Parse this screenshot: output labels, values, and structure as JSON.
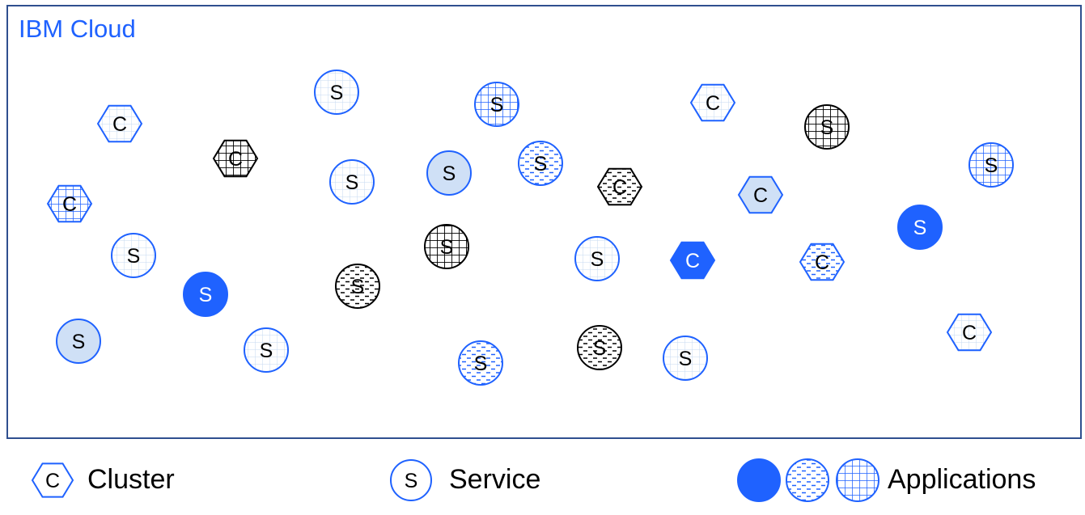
{
  "diagram": {
    "title": "IBM Cloud",
    "colors": {
      "frame": "#2f4f8f",
      "accent": "#1f62ff",
      "light_fill": "#cfe0f6",
      "grid_light": "#a8c4ec"
    },
    "nodes": [
      {
        "label": "C",
        "kind": "cluster",
        "style": "plain"
      },
      {
        "label": "C",
        "kind": "cluster",
        "style": "black-grid"
      },
      {
        "label": "C",
        "kind": "cluster",
        "style": "blue-grid"
      },
      {
        "label": "C",
        "kind": "cluster",
        "style": "plain"
      },
      {
        "label": "C",
        "kind": "cluster",
        "style": "black-dash"
      },
      {
        "label": "C",
        "kind": "cluster",
        "style": "light"
      },
      {
        "label": "C",
        "kind": "cluster",
        "style": "solid"
      },
      {
        "label": "C",
        "kind": "cluster",
        "style": "blue-dash"
      },
      {
        "label": "C",
        "kind": "cluster",
        "style": "plain"
      },
      {
        "label": "S",
        "kind": "service",
        "style": "plain"
      },
      {
        "label": "S",
        "kind": "service",
        "style": "blue-grid"
      },
      {
        "label": "S",
        "kind": "service",
        "style": "plain"
      },
      {
        "label": "S",
        "kind": "service",
        "style": "light"
      },
      {
        "label": "S",
        "kind": "service",
        "style": "blue-dash"
      },
      {
        "label": "S",
        "kind": "service",
        "style": "black-grid"
      },
      {
        "label": "S",
        "kind": "service",
        "style": "blue-grid"
      },
      {
        "label": "S",
        "kind": "service",
        "style": "plain"
      },
      {
        "label": "S",
        "kind": "service",
        "style": "solid"
      },
      {
        "label": "S",
        "kind": "service",
        "style": "black-dash"
      },
      {
        "label": "S",
        "kind": "service",
        "style": "black-grid"
      },
      {
        "label": "S",
        "kind": "service",
        "style": "plain"
      },
      {
        "label": "S",
        "kind": "service",
        "style": "solid"
      },
      {
        "label": "S",
        "kind": "service",
        "style": "light"
      },
      {
        "label": "S",
        "kind": "service",
        "style": "plain"
      },
      {
        "label": "S",
        "kind": "service",
        "style": "blue-dash"
      },
      {
        "label": "S",
        "kind": "service",
        "style": "black-dash"
      },
      {
        "label": "S",
        "kind": "service",
        "style": "plain"
      }
    ]
  },
  "legend": {
    "cluster": {
      "symbol": "C",
      "label": "Cluster"
    },
    "service": {
      "symbol": "S",
      "label": "Service"
    },
    "applications": {
      "label": "Applications"
    }
  }
}
